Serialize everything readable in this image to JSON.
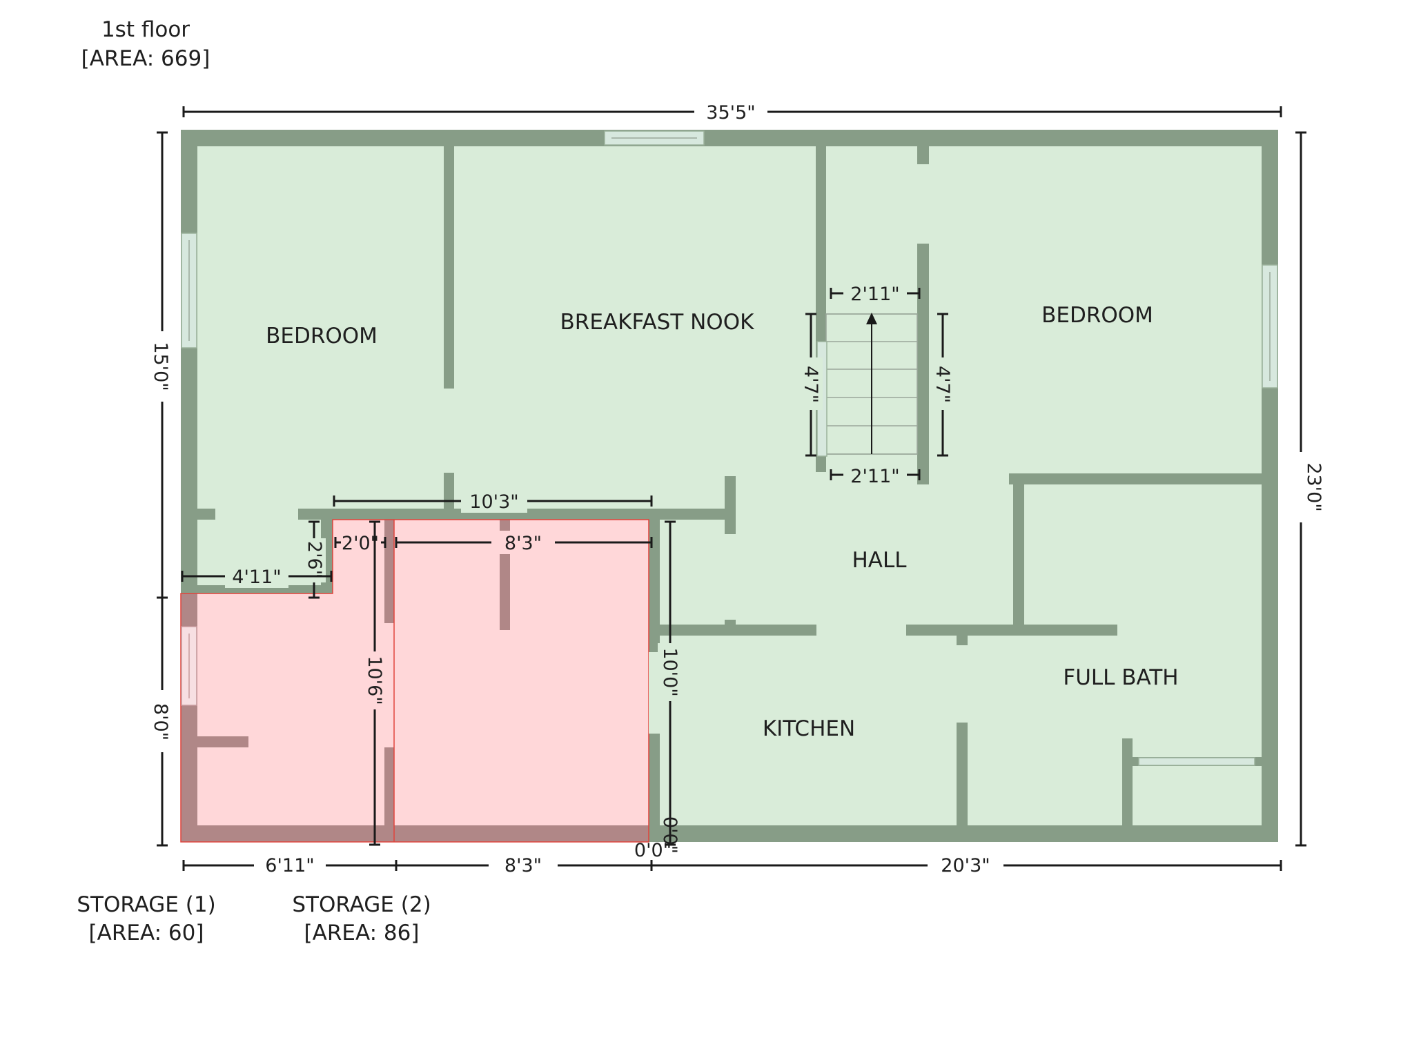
{
  "floor": {
    "name": "1st floor",
    "area": "[AREA: 669]"
  },
  "rooms": {
    "bedroom_left": "BEDROOM",
    "breakfast_nook": "BREAKFAST NOOK",
    "bedroom_right": "BEDROOM",
    "hall": "HALL",
    "kitchen": "KITCHEN",
    "full_bath": "FULL BATH"
  },
  "storage": [
    {
      "name": "STORAGE (1)",
      "area": "[AREA: 60]"
    },
    {
      "name": "STORAGE (2)",
      "area": "[AREA: 86]"
    }
  ],
  "dimensions": {
    "overall_width": "35'5\"",
    "overall_height": "23'0\"",
    "left_upper": "15'0\"",
    "left_lower": "8'0\"",
    "bottom_left": "6'11\"",
    "bottom_middle": "8'3\"",
    "bottom_right": "20'3\"",
    "stair_width_top": "2'11\"",
    "stair_width_bottom": "2'11\"",
    "stair_len_left": "4'7\"",
    "stair_len_right": "4'7\"",
    "storage_top": "10'3\"",
    "storage2_width": "8'3\"",
    "gap": "2'0\"",
    "closet_height": "2'6\"",
    "closet_width": "4'11\"",
    "storage_height": "10'6\"",
    "kitchen_height": "10'0\"",
    "zero_a": "0'0\"",
    "zero_b": "0'0\""
  },
  "colors": {
    "room_fill": "#d9ecd9",
    "wall": "#879d87",
    "storage_fill": "#ffd7d9",
    "storage_wall": "#b08787",
    "storage_outline": "#e0443c",
    "window": "#d7e8de"
  }
}
